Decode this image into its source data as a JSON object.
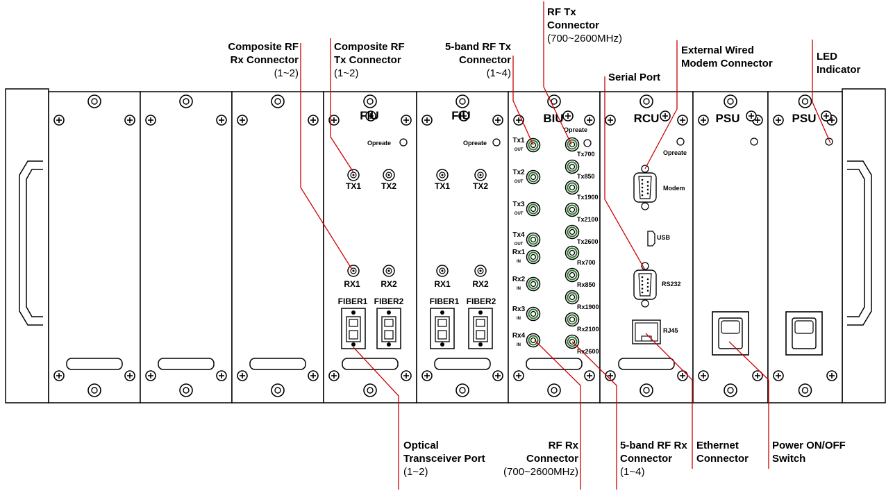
{
  "callouts": {
    "composite_rx": {
      "title": [
        "Composite RF",
        "Rx Connector"
      ],
      "range": "(1~2)"
    },
    "composite_tx": {
      "title": [
        "Composite RF",
        "Tx Connector"
      ],
      "range": "(1~2)"
    },
    "band5_tx": {
      "title": [
        "5-band RF Tx",
        "Connector"
      ],
      "range": "(1~4)"
    },
    "rf_tx": {
      "title": [
        "RF Tx",
        "Connector"
      ],
      "range": "(700~2600MHz)"
    },
    "serial_port": {
      "title": [
        "Serial Port"
      ]
    },
    "ext_modem": {
      "title": [
        "External Wired",
        "Modem Connector"
      ]
    },
    "led": {
      "title": [
        "LED",
        "Indicator"
      ]
    },
    "optical": {
      "title": [
        "Optical",
        "Transceiver Port"
      ],
      "range": "(1~2)"
    },
    "rf_rx": {
      "title": [
        "RF Rx",
        "Connector"
      ],
      "range": "(700~2600MHz)"
    },
    "band5_rx": {
      "title": [
        "5-band RF Rx",
        "Connector"
      ],
      "range": "(1~4)"
    },
    "ethernet": {
      "title": [
        "Ethernet",
        "Connector"
      ]
    },
    "power": {
      "title": [
        "Power ON/OFF",
        "Switch"
      ]
    }
  },
  "modules": {
    "fiu1": "FIU",
    "fiu2": "FIU",
    "biu": "BIU",
    "rcu": "RCU",
    "psu1": "PSU",
    "psu2": "PSU"
  },
  "fiu_labels": {
    "operate": "Opreate",
    "tx1": "TX1",
    "tx2": "TX2",
    "rx1": "RX1",
    "rx2": "RX2",
    "fiber1": "FIBER1",
    "fiber2": "FIBER2"
  },
  "biu_labels": {
    "operate": "Opreate",
    "left_ports": [
      {
        "name": "Tx1",
        "dir": "OUT"
      },
      {
        "name": "Tx2",
        "dir": "OUT"
      },
      {
        "name": "Tx3",
        "dir": "OUT"
      },
      {
        "name": "Tx4",
        "dir": "OUT"
      },
      {
        "name": "Rx1",
        "dir": "IN"
      },
      {
        "name": "Rx2",
        "dir": "IN"
      },
      {
        "name": "Rx3",
        "dir": "IN"
      },
      {
        "name": "Rx4",
        "dir": "IN"
      }
    ],
    "right_ports": [
      "Tx700",
      "Tx850",
      "Tx1900",
      "Tx2100",
      "Tx2600",
      "Rx700",
      "Rx850",
      "Rx1900",
      "Rx2100",
      "Rx2600"
    ]
  },
  "rcu_labels": {
    "operate": "Opreate",
    "modem": "Modem",
    "usb": "USB",
    "rs232": "RS232",
    "rj45": "RJ45"
  },
  "colors": {
    "leader": "#cc0000",
    "outline": "#000000",
    "fill": "#ffffff"
  }
}
